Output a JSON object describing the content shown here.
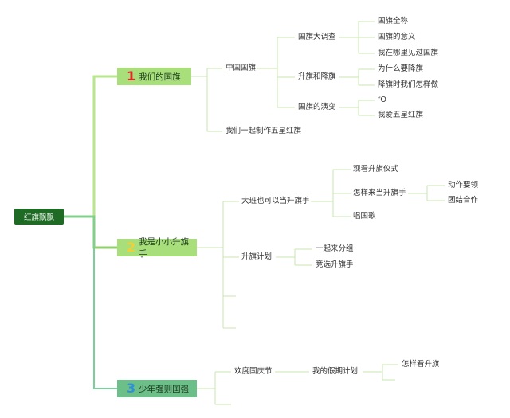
{
  "root": {
    "label": "红旗飘飘"
  },
  "branches": [
    {
      "num": "1",
      "label": "我们的国旗"
    },
    {
      "num": "2",
      "label": "我是小小升旗手"
    },
    {
      "num": "3",
      "label": "少年强则国强"
    }
  ],
  "b1": {
    "zhongguo_guoqi": "中国国旗",
    "guoqi_diaocha": "国旗大调查",
    "guoqi_quancheng": "国旗全称",
    "guoqi_yiyi": "国旗的意义",
    "zai_nali_jianguo": "我在哪里见过国旗",
    "shengqi_jiangqi": "升旗和降旗",
    "weishenme_jiangqi": "为什么要降旗",
    "jiangqi_zenyang": "降旗时我们怎样做",
    "guoqi_yanbian": "国旗的演变",
    "f0": "fO",
    "wo_ai_hongqi": "我爱五星红旗",
    "yiqi_zhizuo": "我们一起制作五星红旗"
  },
  "b2": {
    "daban": "大班也可以当升旗手",
    "guankan": "观看升旗仪式",
    "zenyang_dang": "怎样来当升旗手",
    "dongzuo": "动作要领",
    "tuanjie": "团结合作",
    "chang_guoge": "唱国歌",
    "shengqi_jihua": "升旗计划",
    "fenzu": "一起来分组",
    "jingxuan": "竞选升旗手"
  },
  "b3": {
    "huandu": "欢度国庆节",
    "jiaqi_jihua": "我的假期计划",
    "zenyang_kan": "怎样看升旗"
  },
  "colors": {
    "root": "#1f6b26",
    "branch1": "#a8df7b",
    "branch2": "#a8df7b",
    "branch3": "#6dbf8a",
    "line1": "#b8e68d",
    "line2": "#8fd06a",
    "line3": "#7ccf9a",
    "sub": "#c9e7b0"
  }
}
